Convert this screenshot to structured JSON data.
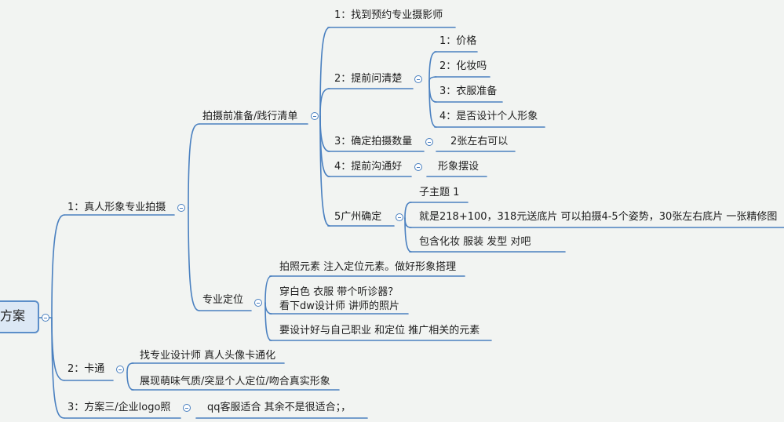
{
  "root": {
    "label": "方案"
  },
  "branch1": {
    "label": "1：真人形象专业拍摄",
    "prep": {
      "label": "拍摄前准备/践行清单",
      "items": [
        {
          "label": "1：找到预约专业摄影师"
        },
        {
          "label": "2：提前问清楚",
          "children": [
            "1：价格",
            "2：化妆吗",
            "3：衣服准备",
            "4：是否设计个人形象"
          ]
        },
        {
          "label": "3：确定拍摄数量",
          "children": [
            "2张左右可以"
          ]
        },
        {
          "label": "4：提前沟通好",
          "children": [
            "形象摆设"
          ]
        },
        {
          "label": "5广州确定",
          "children": [
            "子主题 1",
            "就是218+100，318元送底片  可以拍摄4-5个姿势，30张左右底片 一张精修图",
            "包含化妆  服装    发型  对吧"
          ]
        }
      ]
    },
    "positioning": {
      "label": "专业定位",
      "items": [
        "拍照元素 注入定位元素。做好形象搭理",
        "穿白色 衣服 带个听诊器？",
        "看下dw设计师 讲师的照片",
        "要设计好与自己职业 和定位 推广相关的元素"
      ]
    }
  },
  "branch2": {
    "label": "2：卡通",
    "items": [
      "找专业设计师 真人头像卡通化",
      "展现萌味气质/突显个人定位/吻合真实形象"
    ]
  },
  "branch3": {
    "label": "3：方案三/企业logo照",
    "items": [
      "qq客服适合 其余不是很适合；，"
    ]
  },
  "colors": {
    "line": "#4a80c0",
    "root_fill": "#dce8f5",
    "background": "#f2f4f2"
  }
}
